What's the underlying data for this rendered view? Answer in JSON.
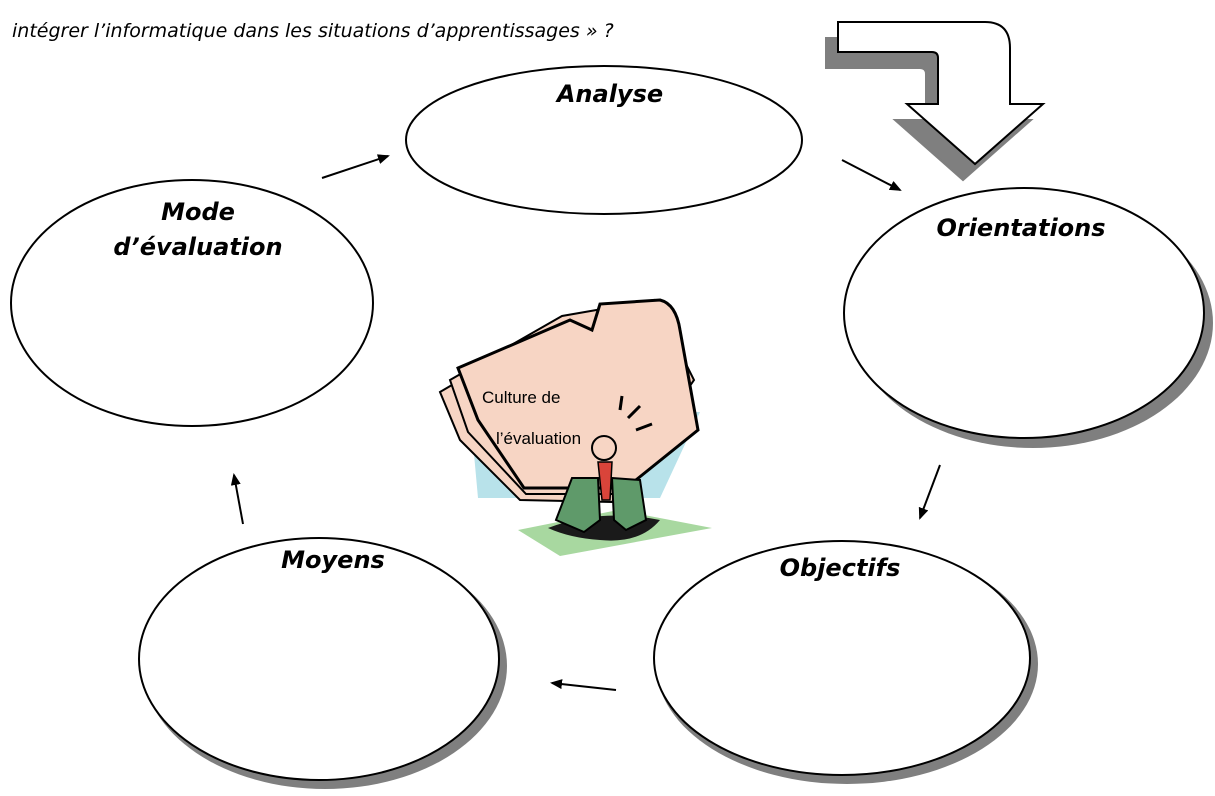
{
  "header": {
    "question_fragment": "intégrer l’informatique dans les situations d’apprentissages » ?"
  },
  "cycle": {
    "nodes": [
      {
        "id": "analyse",
        "label_lines": [
          "Analyse"
        ]
      },
      {
        "id": "orientations",
        "label_lines": [
          "Orientations"
        ]
      },
      {
        "id": "objectifs",
        "label_lines": [
          "Objectifs"
        ]
      },
      {
        "id": "moyens",
        "label_lines": [
          "Moyens"
        ]
      },
      {
        "id": "evaluation",
        "label_lines": [
          "Mode",
          "d’évaluation"
        ]
      }
    ],
    "direction": "clockwise"
  },
  "center_clipart": {
    "description_icon": "man-carrying-documents-icon",
    "text_lines": [
      "Culture de",
      "l’évaluation"
    ]
  },
  "colors": {
    "outline": "#000000",
    "shadow": "#7f7f7f",
    "folder_fill": "#f7d5c4",
    "ground_fill": "#a8d8a0",
    "backdrop_fill": "#b8e2ea",
    "pants_fill": "#5f9a6a",
    "tie_fill": "#d9443a"
  }
}
